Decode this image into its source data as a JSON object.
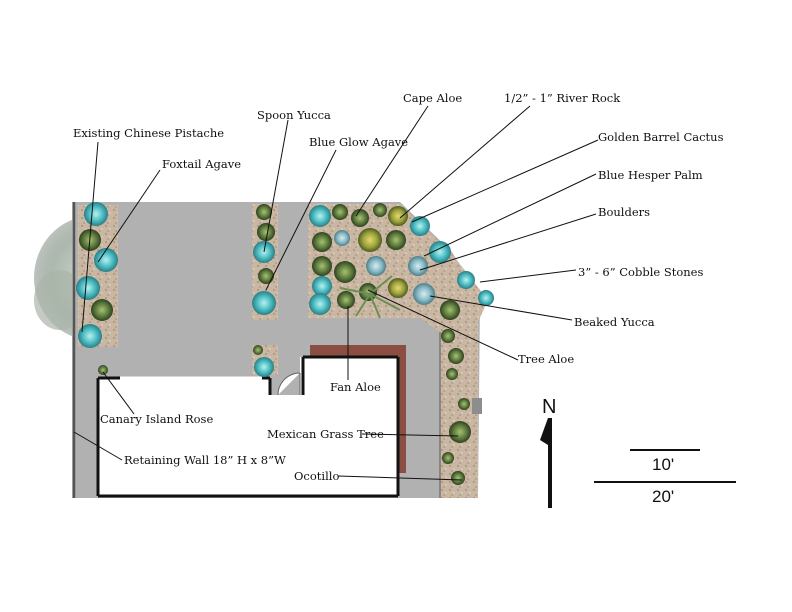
{
  "labels": {
    "existing_chinese_pistache": "Existing Chinese Pistache",
    "foxtail_agave": "Foxtail Agave",
    "spoon_yucca": "Spoon Yucca",
    "blue_glow_agave": "Blue Glow Agave",
    "cape_aloe": "Cape Aloe",
    "river_rock": "1/2” - 1” River Rock",
    "golden_barrel_cactus": "Golden Barrel Cactus",
    "blue_hesper_palm": "Blue Hesper Palm",
    "boulders": "Boulders",
    "cobble_stones": "3” - 6” Cobble Stones",
    "beaked_yucca": "Beaked Yucca",
    "tree_aloe": "Tree Aloe",
    "fan_aloe": "Fan Aloe",
    "canary_island_rose": "Canary Island Rose",
    "mexican_grass_tree": "Mexican Grass Tree",
    "retaining_wall": "Retaining Wall 18” H x 8”W",
    "ocotillo": "Ocotillo"
  },
  "north_arrow": {
    "label": "N"
  },
  "scale_bar": {
    "short_label": "10'",
    "long_label": "20'"
  },
  "colors": {
    "patio": "#b1b1b1",
    "gravel": "#c9b7a3",
    "walls": "#111111",
    "agave": "#58c6c8",
    "foliage": "#5d7a3e",
    "pistache": "#9eaba0",
    "paver": "#8a4f42"
  }
}
